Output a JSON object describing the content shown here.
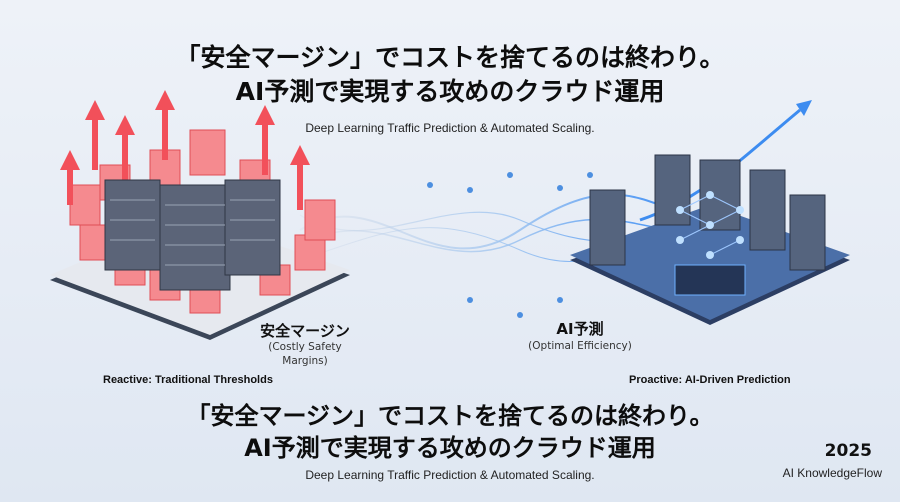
{
  "header": {
    "title_line1": "「安全マージン」でコストを捨てるのは終わり。",
    "title_line2": "AI予測で実現する攻めのクラウド運用",
    "subtitle": "Deep Learning Traffic Prediction & Automated Scaling."
  },
  "left_panel": {
    "label": "安全マージン",
    "sublabel_line1": "(Costly Safety",
    "sublabel_line2": "Margins)",
    "caption": "Reactive: Traditional Thresholds",
    "accent_color": "#f2505a"
  },
  "right_panel": {
    "label": "AI予測",
    "sublabel": "(Optimal Efficiency)",
    "caption": "Proactive: AI-Driven Prediction",
    "accent_color": "#3d8cf0"
  },
  "footer": {
    "title_line1": "「安全マージン」でコストを捨てるのは終わり。",
    "title_line2": "AI予測で実現する攻めのクラウド運用",
    "subtitle": "Deep Learning Traffic Prediction & Automated Scaling.",
    "year": "2025",
    "brand": "AI KnowledgeFlow"
  }
}
